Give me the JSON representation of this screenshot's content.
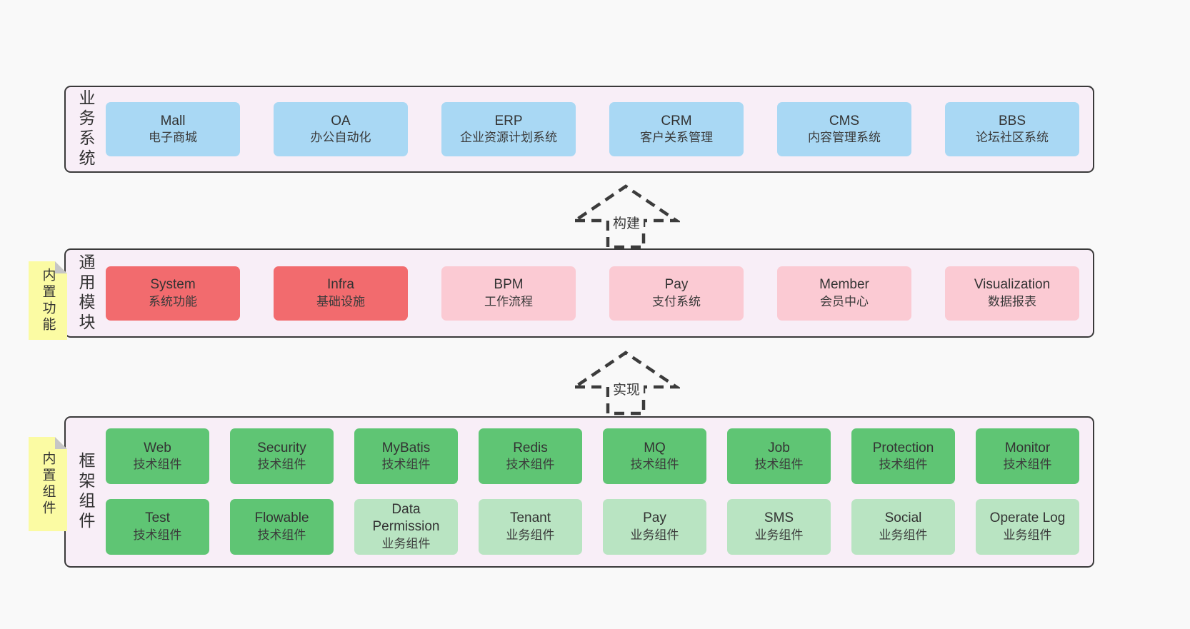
{
  "colors": {
    "page_bg": "#f9f9f9",
    "panel_bg": "#f8eef7",
    "panel_border": "#3a3a3a",
    "box_blue": "#a9d8f4",
    "box_red": "#f26b6e",
    "box_pink": "#fbcad3",
    "box_green": "#5fc574",
    "box_green_light": "#b9e4c2",
    "note_yellow": "#fbfba3",
    "note_fold_gray": "#c6c6c6",
    "text": "#373737"
  },
  "arrows": [
    {
      "label": "构建"
    },
    {
      "label": "实现"
    }
  ],
  "layers": {
    "business": {
      "side_label": "业务系统",
      "boxes": [
        {
          "title": "Mall",
          "subtitle": "电子商城"
        },
        {
          "title": "OA",
          "subtitle": "办公自动化"
        },
        {
          "title": "ERP",
          "subtitle": "企业资源计划系统"
        },
        {
          "title": "CRM",
          "subtitle": "客户关系管理"
        },
        {
          "title": "CMS",
          "subtitle": "内容管理系统"
        },
        {
          "title": "BBS",
          "subtitle": "论坛社区系统"
        }
      ]
    },
    "modules": {
      "side_label": "通用模块",
      "note": "内置功能",
      "boxes": [
        {
          "title": "System",
          "subtitle": "系统功能"
        },
        {
          "title": "Infra",
          "subtitle": "基础设施"
        },
        {
          "title": "BPM",
          "subtitle": "工作流程"
        },
        {
          "title": "Pay",
          "subtitle": "支付系统"
        },
        {
          "title": "Member",
          "subtitle": "会员中心"
        },
        {
          "title": "Visualization",
          "subtitle": "数据报表"
        }
      ]
    },
    "framework": {
      "side_label": "框架组件",
      "note": "内置组件",
      "row1": [
        {
          "title": "Web",
          "subtitle": "技术组件"
        },
        {
          "title": "Security",
          "subtitle": "技术组件"
        },
        {
          "title": "MyBatis",
          "subtitle": "技术组件"
        },
        {
          "title": "Redis",
          "subtitle": "技术组件"
        },
        {
          "title": "MQ",
          "subtitle": "技术组件"
        },
        {
          "title": "Job",
          "subtitle": "技术组件"
        },
        {
          "title": "Protection",
          "subtitle": "技术组件"
        },
        {
          "title": "Monitor",
          "subtitle": "技术组件"
        }
      ],
      "row2": [
        {
          "title": "Test",
          "subtitle": "技术组件"
        },
        {
          "title": "Flowable",
          "subtitle": "技术组件"
        },
        {
          "title": "Data Permission",
          "subtitle": "业务组件"
        },
        {
          "title": "Tenant",
          "subtitle": "业务组件"
        },
        {
          "title": "Pay",
          "subtitle": "业务组件"
        },
        {
          "title": "SMS",
          "subtitle": "业务组件"
        },
        {
          "title": "Social",
          "subtitle": "业务组件"
        },
        {
          "title": "Operate Log",
          "subtitle": "业务组件"
        }
      ]
    }
  }
}
